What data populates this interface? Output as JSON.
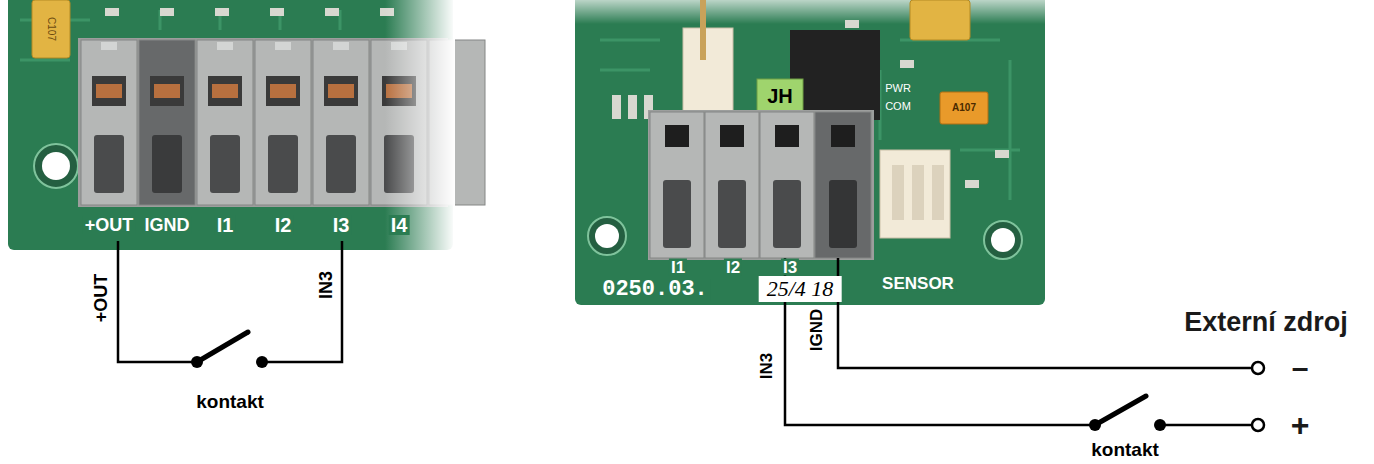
{
  "diagram": {
    "labels": [
      "+OUT",
      "IGND",
      "I1",
      "I2",
      "I3",
      "I4",
      "+OUT",
      "IN3",
      "kontakt",
      "C107",
      "JH",
      "PWR",
      "COM",
      "A107",
      "I1",
      "I2",
      "I3",
      "0250.03.",
      "25/4 18",
      "SENSOR",
      "IN3",
      "IGND",
      "Externí zdroj",
      "–",
      "+",
      "kontakt"
    ]
  }
}
